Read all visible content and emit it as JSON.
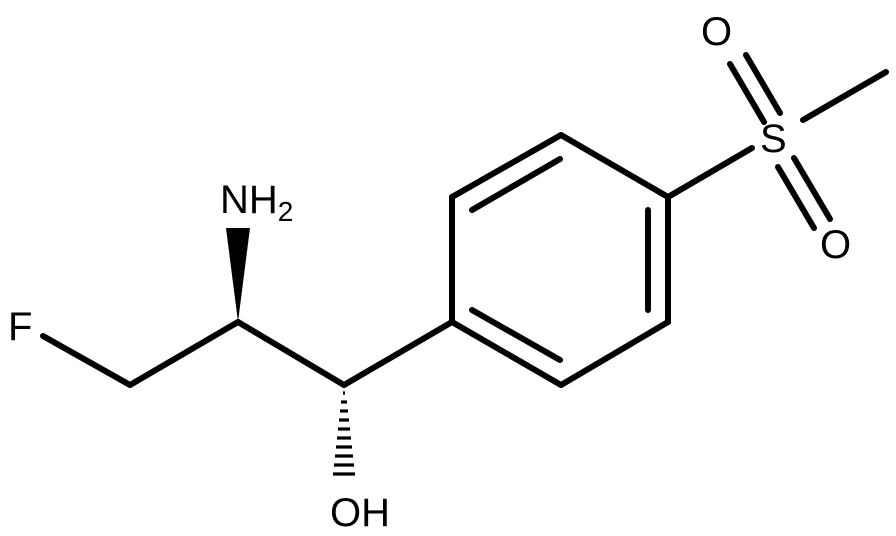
{
  "molecule": {
    "atoms": {
      "fluorine": "F",
      "amine_main": "NH",
      "amine_subscript": "2",
      "hydroxyl": "OH",
      "sulfur": "S",
      "oxygen_top": "O",
      "oxygen_bottom": "O"
    }
  }
}
